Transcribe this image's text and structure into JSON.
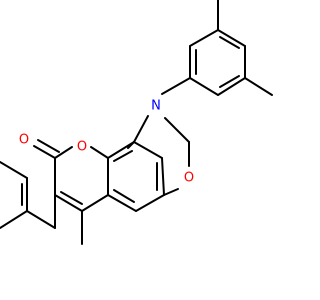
{
  "structure": {
    "atoms": {
      "nitrogen": {
        "symbol": "N",
        "color": "#0000ff"
      },
      "ring_oxygen": {
        "symbol": "O",
        "color": "#ff0000"
      },
      "oxazine_oxygen": {
        "symbol": "O",
        "color": "#ff0000"
      },
      "carbonyl_oxygen": {
        "symbol": "O",
        "color": "#ff0000"
      }
    },
    "bond_color": "#000000",
    "background_color": "#ffffff"
  }
}
